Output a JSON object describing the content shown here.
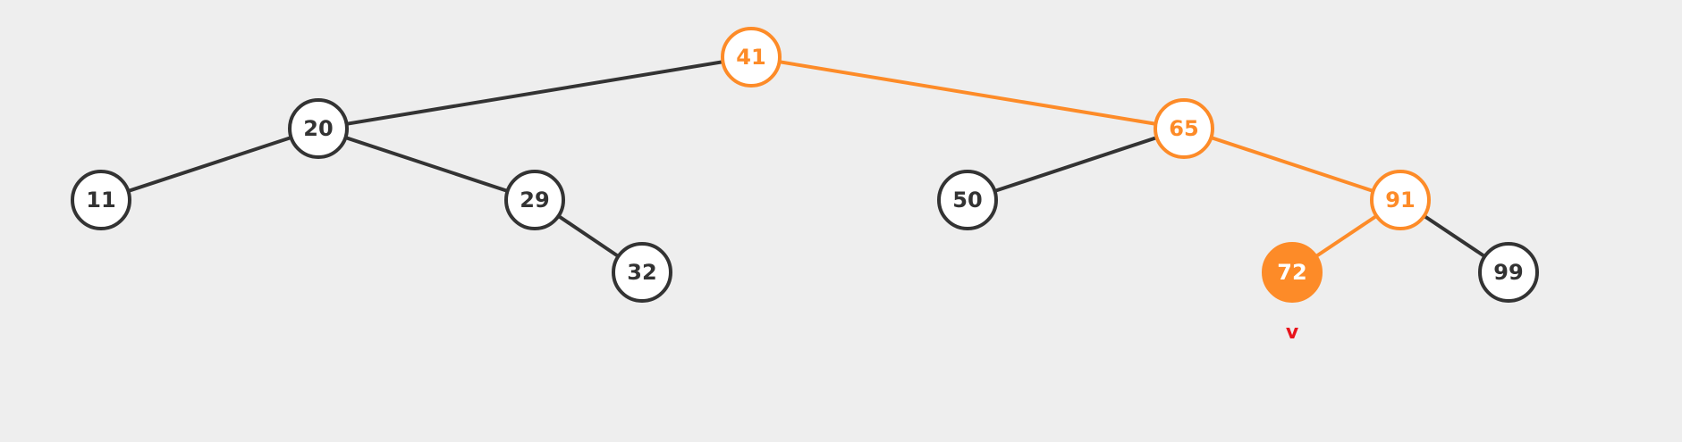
{
  "tree": {
    "nodes": [
      {
        "id": "n41",
        "label": "41",
        "state": "path"
      },
      {
        "id": "n20",
        "label": "20",
        "state": "normal"
      },
      {
        "id": "n65",
        "label": "65",
        "state": "path"
      },
      {
        "id": "n11",
        "label": "11",
        "state": "normal"
      },
      {
        "id": "n29",
        "label": "29",
        "state": "normal"
      },
      {
        "id": "n32",
        "label": "32",
        "state": "normal"
      },
      {
        "id": "n50",
        "label": "50",
        "state": "normal"
      },
      {
        "id": "n91",
        "label": "91",
        "state": "path"
      },
      {
        "id": "n72",
        "label": "72",
        "state": "current"
      },
      {
        "id": "n99",
        "label": "99",
        "state": "normal"
      }
    ],
    "edges": [
      {
        "from": "n41",
        "to": "n20",
        "state": "normal"
      },
      {
        "from": "n41",
        "to": "n65",
        "state": "path"
      },
      {
        "from": "n20",
        "to": "n11",
        "state": "normal"
      },
      {
        "from": "n20",
        "to": "n29",
        "state": "normal"
      },
      {
        "from": "n29",
        "to": "n32",
        "state": "normal"
      },
      {
        "from": "n65",
        "to": "n50",
        "state": "normal"
      },
      {
        "from": "n65",
        "to": "n91",
        "state": "path"
      },
      {
        "from": "n91",
        "to": "n72",
        "state": "path"
      },
      {
        "from": "n91",
        "to": "n99",
        "state": "normal"
      }
    ],
    "marker": {
      "label": "v",
      "target": "n72"
    }
  },
  "colors": {
    "background": "#eeeeee",
    "normal_stroke": "#333333",
    "path_stroke": "#fd8b28",
    "current_fill": "#fd8b28",
    "current_text": "#ffffff",
    "marker": "#e8141c"
  }
}
